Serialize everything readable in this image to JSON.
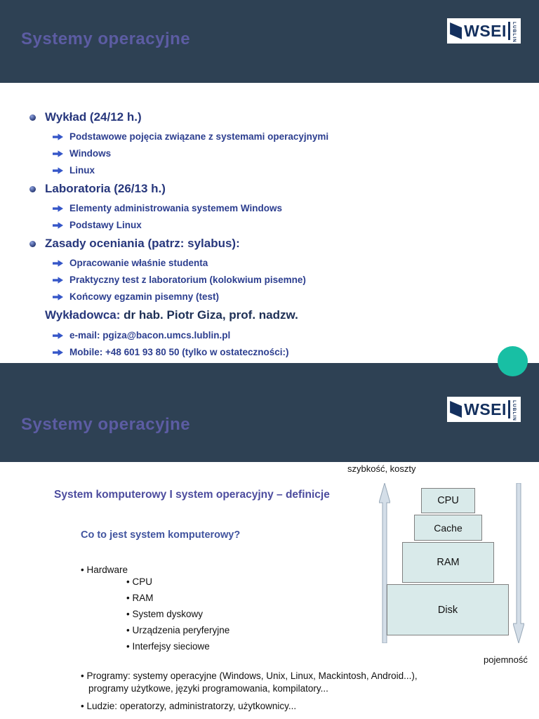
{
  "logo": {
    "text": "WSEI",
    "sub": "LUBLIN"
  },
  "colors": {
    "header_bg": "#2e4154",
    "slide_title": "#5c5ca3",
    "bullet_navy": "#2c3e8f",
    "teal_dot": "#18bfa4",
    "diagram_box_fill": "#d9eaea"
  },
  "slide1": {
    "title": "Systemy operacyjne",
    "items": [
      {
        "text": "Wykład (24/12 h.)"
      },
      {
        "text": "Podstawowe pojęcia związane z systemami operacyjnymi"
      },
      {
        "text": "Windows"
      },
      {
        "text": "Linux"
      },
      {
        "text": "Laboratoria (26/13 h.)"
      },
      {
        "text": "Elementy administrowania systemem Windows"
      },
      {
        "text": "Podstawy Linux"
      },
      {
        "text": "Zasady oceniania (patrz: sylabus):"
      },
      {
        "text": "Opracowanie właśnie studenta"
      },
      {
        "text": "Praktyczny test z laboratorium (kolokwium pisemne)"
      },
      {
        "text": "Końcowy egzamin pisemny (test)"
      },
      {
        "text": "e-mail: pgiza@bacon.umcs.lublin.pl"
      },
      {
        "text": "Mobile: +48 601 93 80 50 (tylko w ostateczności:)"
      }
    ],
    "lecturer": {
      "label": "Wykładowca:",
      "name": " dr hab. Piotr Giza, prof. nadzw."
    }
  },
  "slide2": {
    "title": "Systemy operacyjne",
    "heading": "System komputerowy I system operacyjny – definicje",
    "question": "Co to jest system komputerowy?",
    "bullets": {
      "hardware": "Hardware",
      "hw_items": [
        "CPU",
        "RAM",
        "System dyskowy",
        "Urządzenia peryferyjne",
        "Interfejsy sieciowe"
      ],
      "programs_line1": "Programy: systemy operacyjne (Windows, Unix, Linux, Mackintosh, Android...),",
      "programs_line2": "programy użytkowe, języki programowania, kompilatory...",
      "people": "Ludzie: operatorzy, administratorzy, użytkownicy..."
    },
    "diagram": {
      "top_label": "szybkość, koszty",
      "bottom_label": "pojemność",
      "boxes": [
        "CPU",
        "Cache",
        "RAM",
        "Disk"
      ]
    }
  }
}
